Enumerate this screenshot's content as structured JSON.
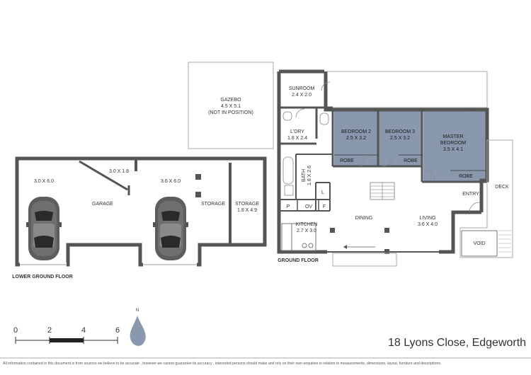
{
  "rooms": {
    "gazebo": "GAZEBO",
    "gazebo_dim": "4.5 X 5.1",
    "gazebo_note": "(NOT IN POSITION)",
    "sunroom": "SUNROOM",
    "sunroom_dim": "2.4 X 2.0",
    "ldry": "L'DRY",
    "ldry_dim": "1.8 X 2.4",
    "bedroom2": "BEDROOM 2",
    "bedroom2_dim": "2.5 X 3.2",
    "bedroom3": "BEDROOM 3",
    "bedroom3_dim": "2.5 X 3.2",
    "master": "MASTER",
    "master2": "BEDROOM",
    "master_dim": "3.5 X 4.1",
    "robe": "ROBE",
    "bath": "BATH",
    "bath_dim": "1.8 X 2.6",
    "l": "L",
    "p": "P",
    "ov": "OV",
    "f": "F",
    "kitchen": "KITCHEN",
    "kitchen_dim": "2.7 X 3.0",
    "dining": "DINING",
    "living": "LIVING",
    "living_dim": "3.6 X 4.0",
    "entry": "ENTRY",
    "deck": "DECK",
    "void": "VOID",
    "garage_a": "3.0 X 6.0",
    "garage_b": "3.0 X 1.8",
    "garage": "GARAGE",
    "garage_c": "3.6 X 6.0",
    "storage": "STORAGE",
    "storage2": "STORAGE",
    "storage2_dim": "1.8 X 4.9"
  },
  "floors": {
    "lower": "LOWER GROUND FLOOR",
    "ground": "GROUND FLOOR"
  },
  "scale": {
    "t0": "0",
    "t2": "2",
    "t4": "4",
    "t6": "6"
  },
  "compass": "N",
  "address": "18 Lyons Close, Edgeworth",
  "disclaimer": "All information contained in this document is from sources we believe to be accurate , however we cannot guarantee its accuracy , interested persons should make and rely on their own enquiries in relation to measurements, dimensions, layout, furniture and descriptions.",
  "colors": {
    "wall": "#555555",
    "bedroom_fill": "#8a98ad",
    "outline": "#999999"
  }
}
